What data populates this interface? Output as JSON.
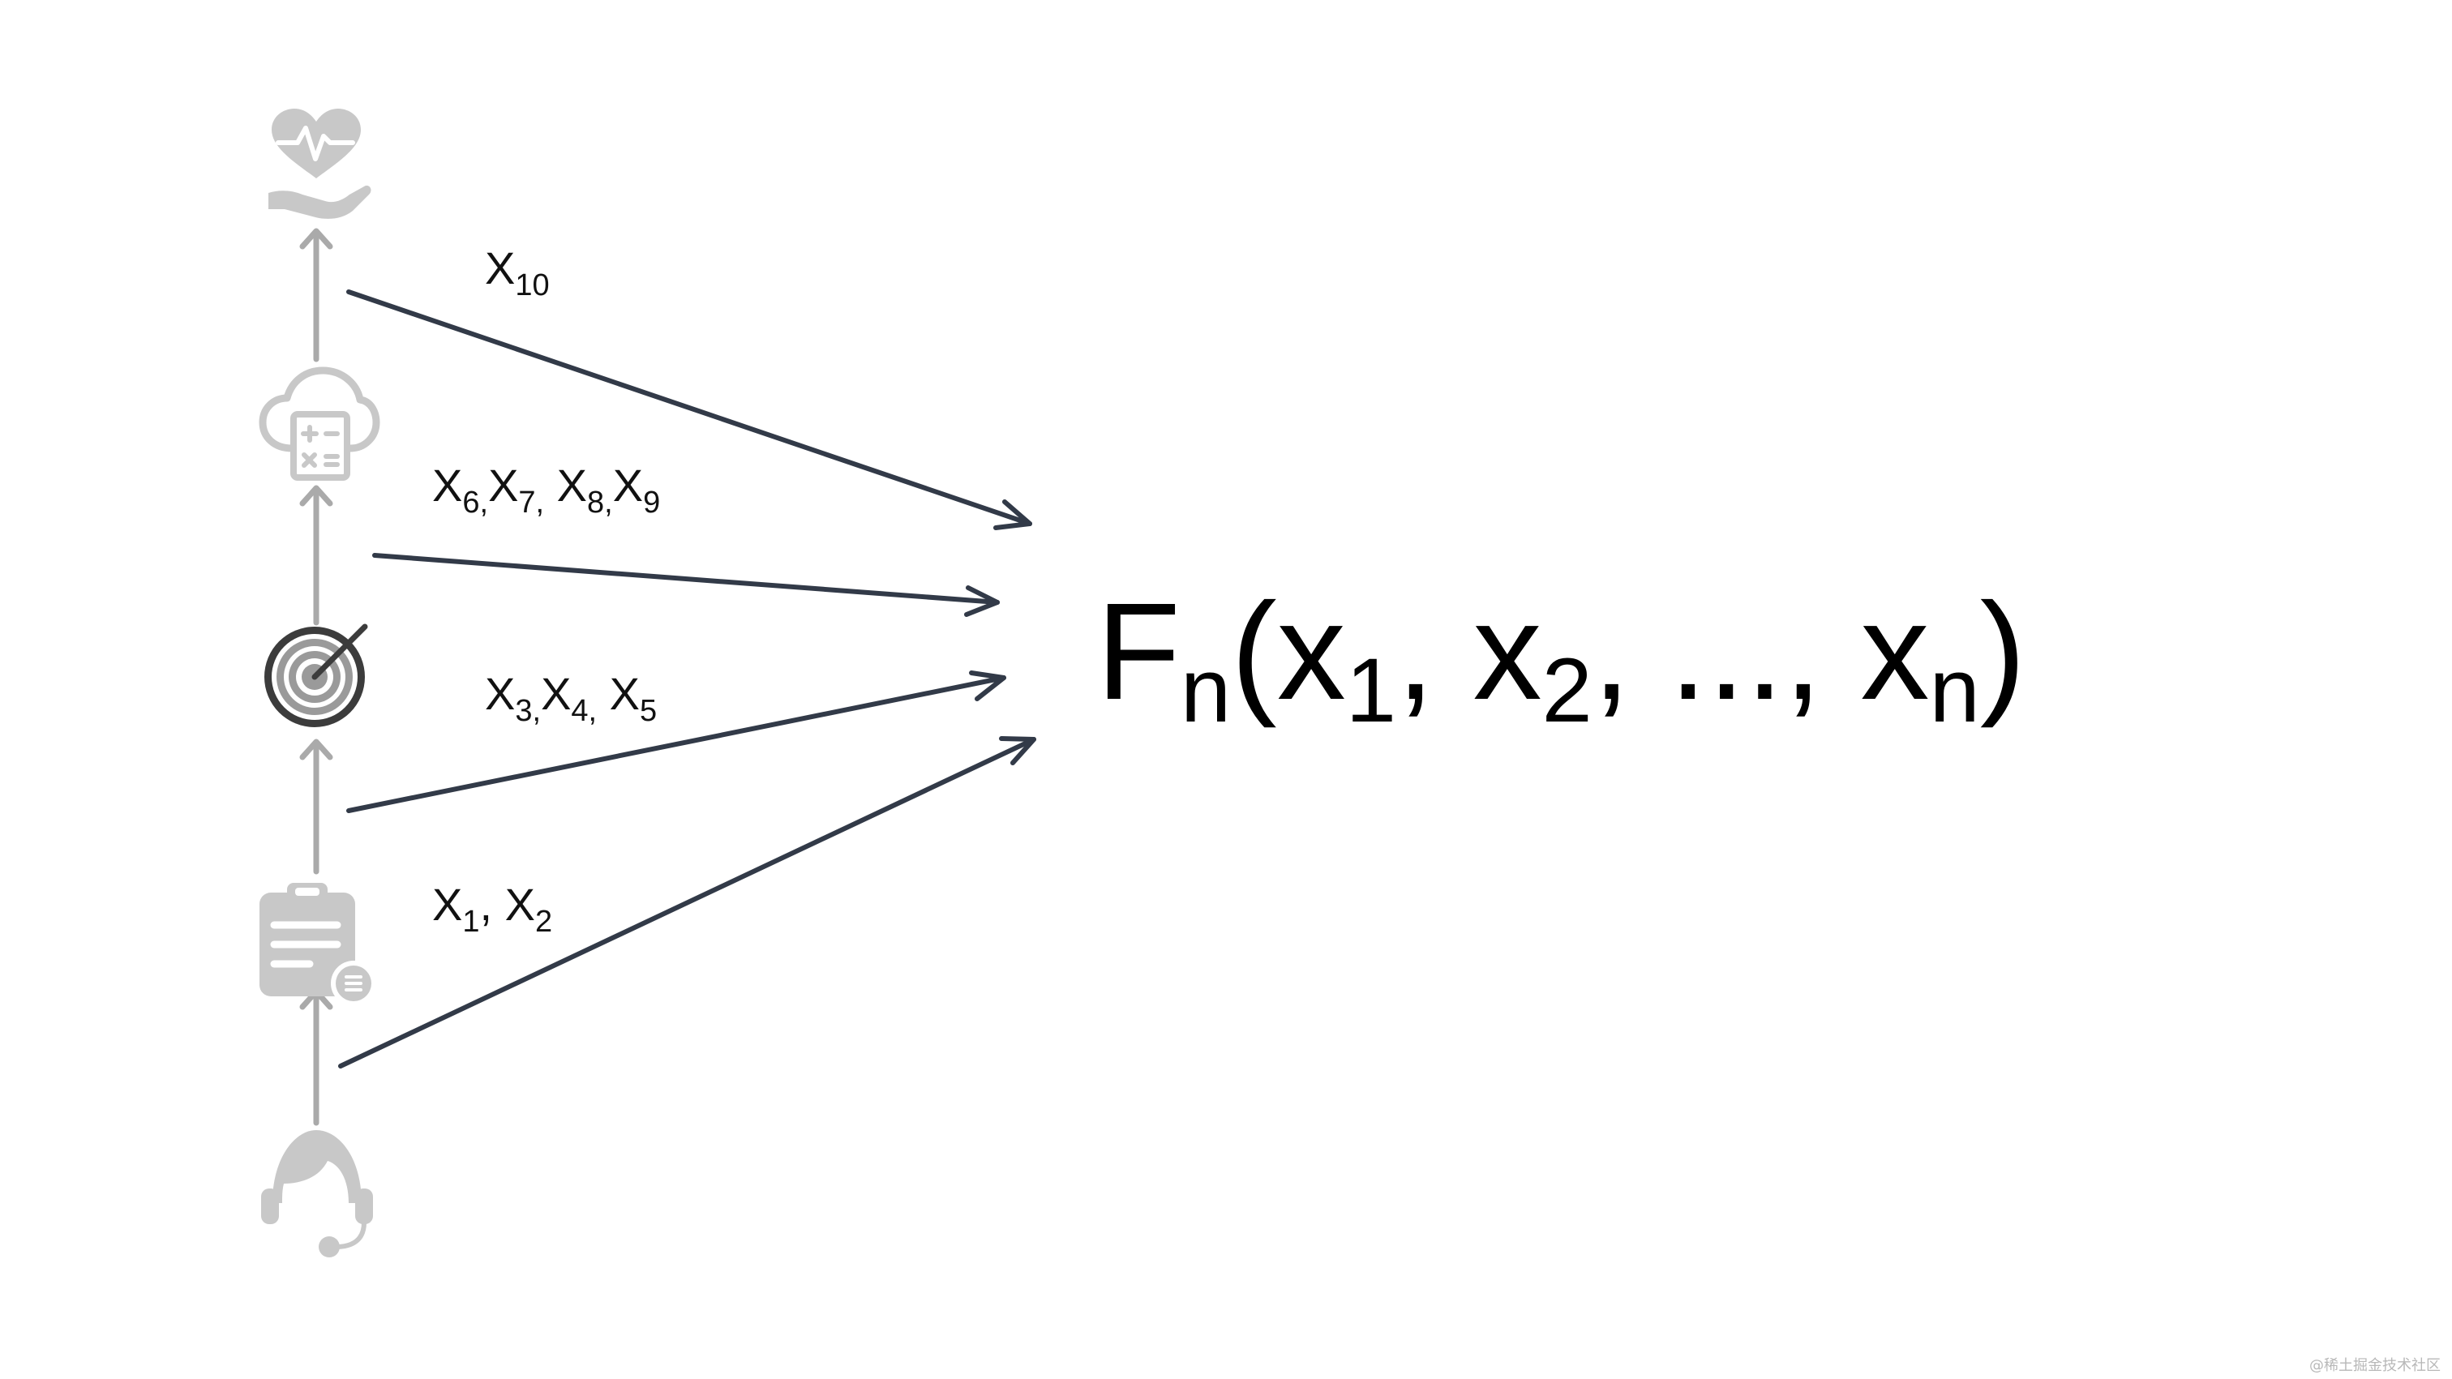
{
  "colors": {
    "background": "#ffffff",
    "icon_gray": "#c8c8c8",
    "chain_arrow": "#aaaaaa",
    "input_arrow": "#323a48",
    "target_icon": "#3c3c3c",
    "text": "#111111"
  },
  "chain_icons": [
    {
      "name": "health-care-icon"
    },
    {
      "name": "cloud-calculator-icon"
    },
    {
      "name": "target-icon"
    },
    {
      "name": "clipboard-icon"
    },
    {
      "name": "customer-service-icon"
    }
  ],
  "labels": {
    "x10": {
      "base": "X",
      "sub": "10"
    },
    "x6_9": [
      {
        "base": "X",
        "sub": "6,"
      },
      {
        "base": "X",
        "sub": "7,"
      },
      {
        "base": " X",
        "sub": "8,"
      },
      {
        "base": "X",
        "sub": "9"
      }
    ],
    "x3_5": [
      {
        "base": "X",
        "sub": "3,"
      },
      {
        "base": "X",
        "sub": "4,"
      },
      {
        "base": " X",
        "sub": "5"
      }
    ],
    "x1_2": [
      {
        "base": "X",
        "sub": "1"
      },
      {
        "base": ", X",
        "sub": "2"
      }
    ]
  },
  "formula": {
    "head": "F",
    "head_sub": "n",
    "open": "(x",
    "sub1": "1",
    "sep1": ", x",
    "sub2": "2",
    "sep2": ", ..., x",
    "subn": "n",
    "close": ")"
  },
  "watermark": "@稀土掘金技术社区"
}
